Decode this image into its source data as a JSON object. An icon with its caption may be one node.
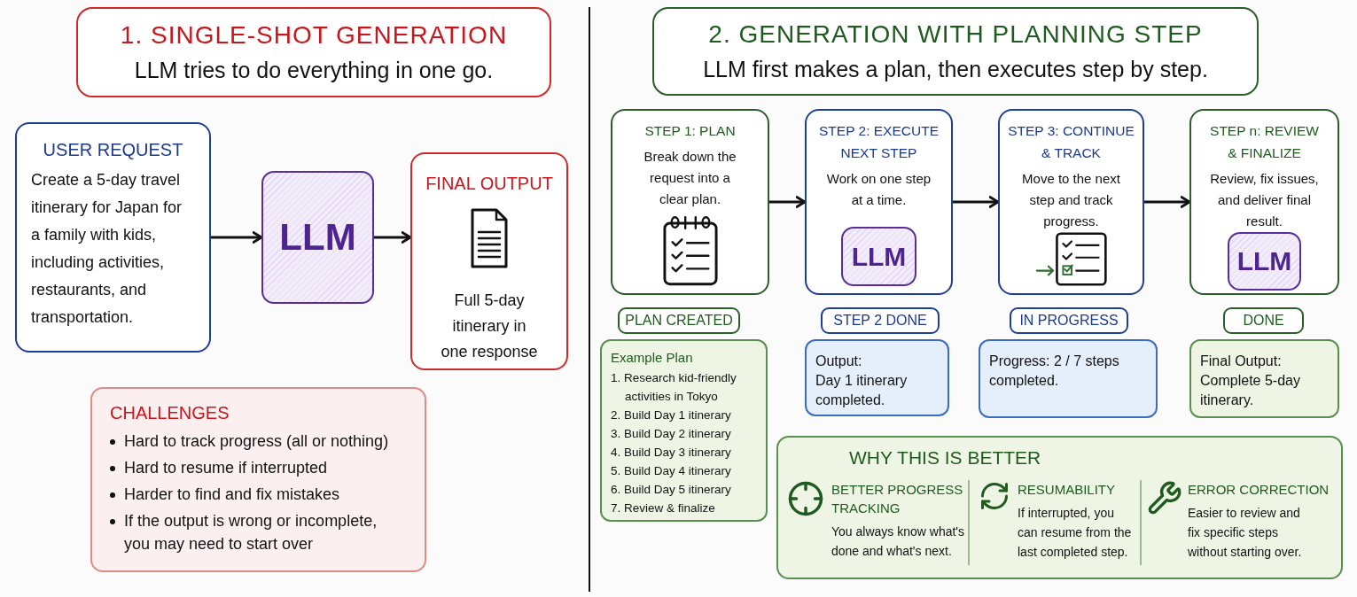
{
  "diagram": {
    "nodes": [
      {
        "text": [
          "1. SINGLE-SHOT GENERATION",
          "LLM tries to do everything in one go."
        ]
      },
      {
        "text": [
          "USER REQUEST",
          "Create a 5-day travel itinerary for Japan for a family with kids, including activities, restaurants, and transportation."
        ]
      },
      {
        "text": [
          "LLM"
        ]
      },
      {
        "text": [
          "FINAL OUTPUT",
          "Full 5-day itinerary in one response"
        ]
      },
      {
        "text": [
          "CHALLENGES",
          "Hard to track progress (all or nothing)",
          "Hard to resume if interrupted",
          "Harder to find and fix mistakes",
          "If the output is wrong or incomplete, you may need to start over"
        ]
      },
      {
        "text": [
          "2. GENERATION WITH PLANNING STEP",
          "LLM first makes a plan, then executes step by step."
        ]
      },
      {
        "text": [
          "STEP 1: PLAN",
          "Break down the request into a clear plan."
        ]
      },
      {
        "text": [
          "STEP 2: EXECUTE NEXT STEP",
          "Work on one step at a time."
        ]
      },
      {
        "text": [
          "LLM"
        ],
        "in": 7
      },
      {
        "text": [
          "STEP 3: CONTINUE & TRACK",
          "Move to the next step and track progress."
        ]
      },
      {
        "text": [
          "STEP n: REVIEW & FINALIZE",
          "Review, fix issues, and deliver final result."
        ]
      },
      {
        "text": [
          "LLM"
        ],
        "in": 10
      },
      {
        "text": [
          "PLAN CREATED"
        ]
      },
      {
        "text": [
          "Example Plan",
          "1. Research kid-friendly activities in Tokyo",
          "2. Build Day 1 itinerary",
          "3. Build Day 2 itinerary",
          "4. Build Day 3 itinerary",
          "5. Build Day 4 itinerary",
          "6. Build Day 5 itinerary",
          "7. Review & finalize"
        ]
      },
      {
        "text": [
          "STEP 2 DONE"
        ]
      },
      {
        "text": [
          "Output:",
          "Day 1 itinerary completed."
        ]
      },
      {
        "text": [
          "IN PROGRESS"
        ]
      },
      {
        "text": [
          "Progress: 2 / 7 steps completed."
        ]
      },
      {
        "text": [
          "DONE"
        ]
      },
      {
        "text": [
          "Final Output:",
          "Complete 5-day itinerary."
        ]
      },
      {
        "text": [
          "WHY THIS IS BETTER",
          "BETTER PROGRESS TRACKING",
          "You always know what's done and what's next.",
          "RESUMABILITY",
          "If interrupted, you can resume from the last completed step.",
          "ERROR CORRECTION",
          "Easier to review and fix specific steps without starting over."
        ]
      }
    ],
    "edges": [
      {
        "from": 1,
        "to": 2,
        "arrow": "to"
      },
      {
        "from": 2,
        "to": 3,
        "arrow": "to"
      },
      {
        "from": 6,
        "to": 7,
        "arrow": "to"
      },
      {
        "from": 7,
        "to": 9,
        "arrow": "to"
      },
      {
        "from": 9,
        "to": 10,
        "arrow": "to"
      }
    ]
  }
}
